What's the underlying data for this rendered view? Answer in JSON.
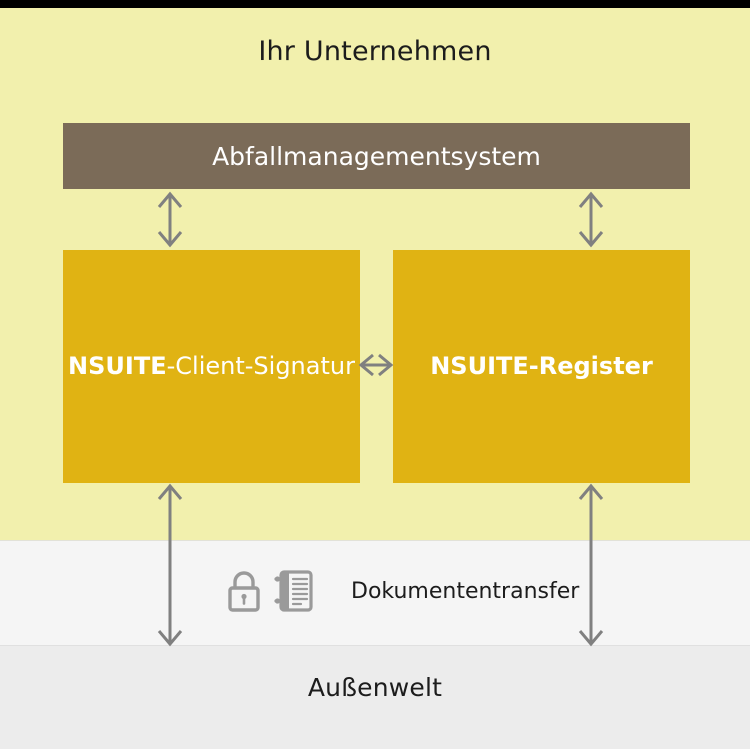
{
  "diagram": {
    "title_company": "Ihr Unternehmen",
    "title_outside": "Außenwelt",
    "boxes": {
      "wms": {
        "label": "Abfallmanagementsystem"
      },
      "client": {
        "brand": "NSUITE",
        "suffix": "-Client-Signatur"
      },
      "register": {
        "brand": "NSUITE",
        "suffix": "-Register"
      }
    },
    "transfer": {
      "label": "Dokumententransfer",
      "lock_icon": "lock-icon",
      "document_icon": "document-icon"
    },
    "connectors": [
      {
        "name": "wms-to-client",
        "direction": "bidirectional-vertical"
      },
      {
        "name": "wms-to-register",
        "direction": "bidirectional-vertical"
      },
      {
        "name": "client-to-register",
        "direction": "bidirectional-horizontal"
      },
      {
        "name": "client-to-outside",
        "direction": "bidirectional-vertical"
      },
      {
        "name": "register-to-outside",
        "direction": "bidirectional-vertical"
      }
    ],
    "colors": {
      "company_band": "#f2f0ad",
      "transfer_band": "#f5f5f5",
      "outside_band": "#ececec",
      "wms_box": "#7b6b58",
      "product_box": "#e0b313",
      "arrow": "#808080",
      "text_dark": "#1c1c1c",
      "text_light": "#ffffff"
    }
  }
}
